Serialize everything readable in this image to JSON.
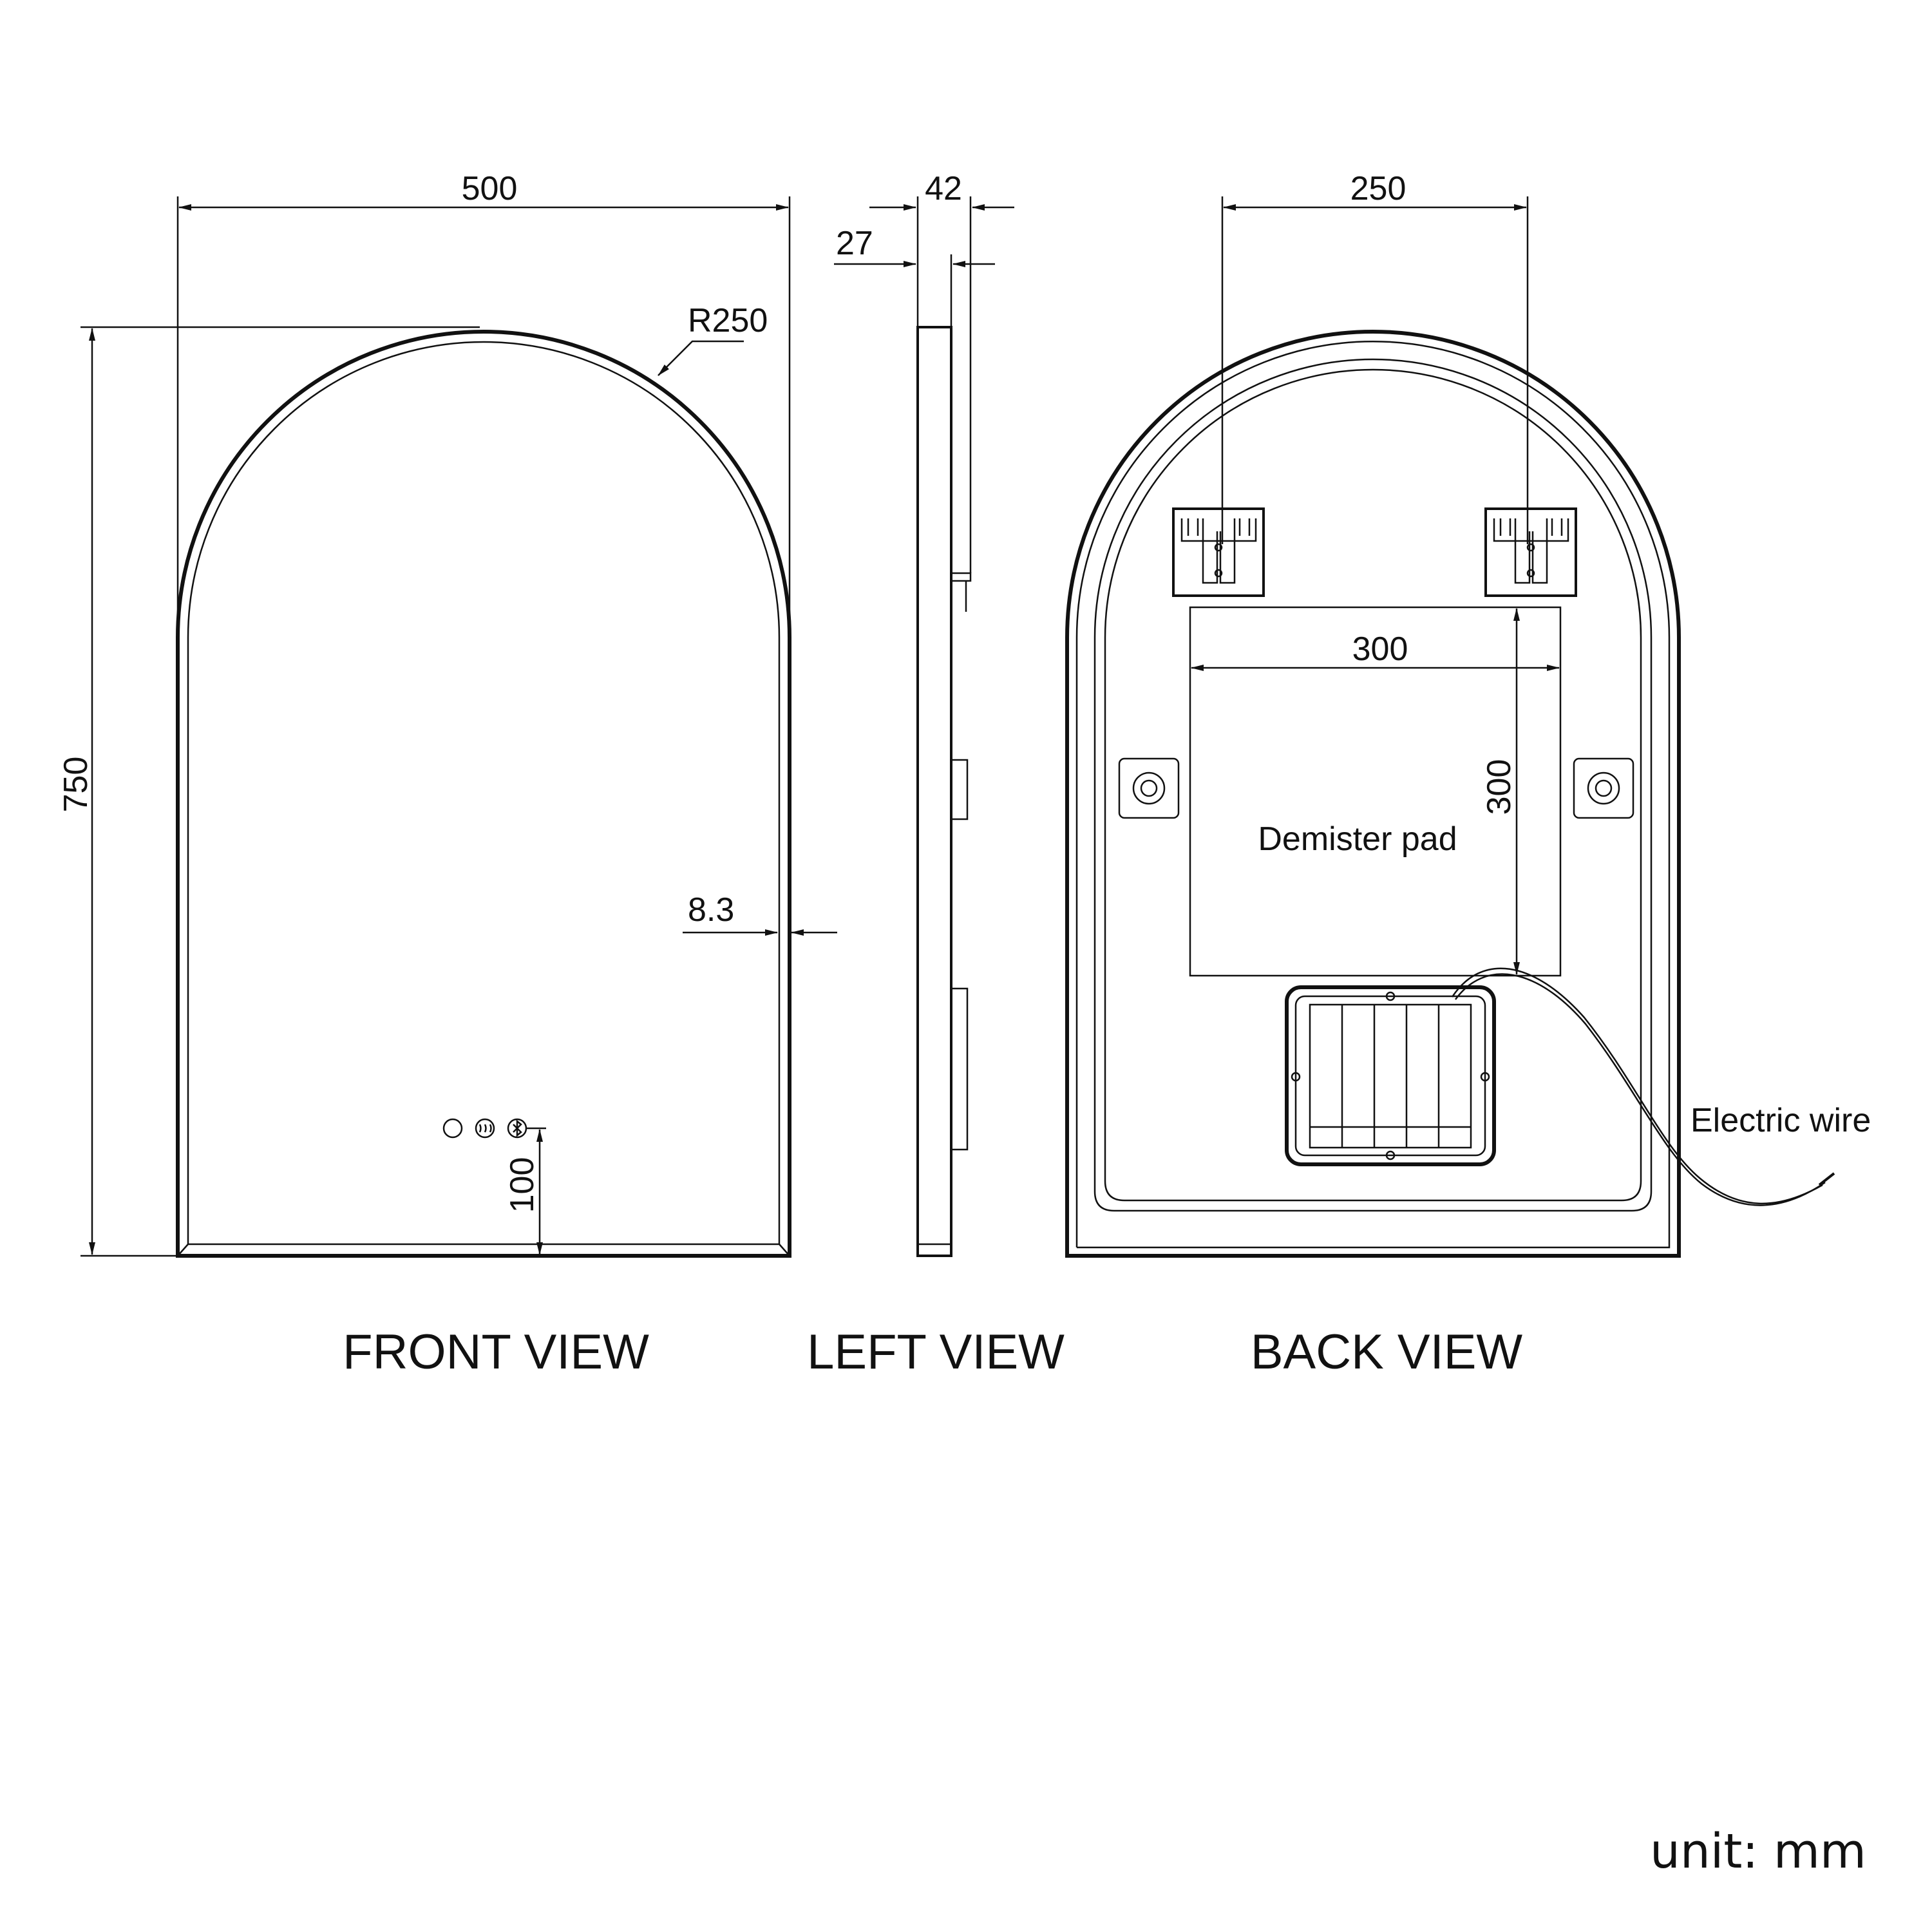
{
  "dimensions": {
    "width": "500",
    "height": "750",
    "radius": "R250",
    "frame": "8.3",
    "button_height": "100",
    "depth_total": "42",
    "depth_glass": "27",
    "bracket_spacing": "250",
    "pad_width": "300",
    "pad_height": "300"
  },
  "labels": {
    "demister": "Demister pad",
    "wire": "Electric wire"
  },
  "views": {
    "front": "FRONT VIEW",
    "left": "LEFT VIEW",
    "back": "BACK VIEW"
  },
  "unit": "unit: mm"
}
